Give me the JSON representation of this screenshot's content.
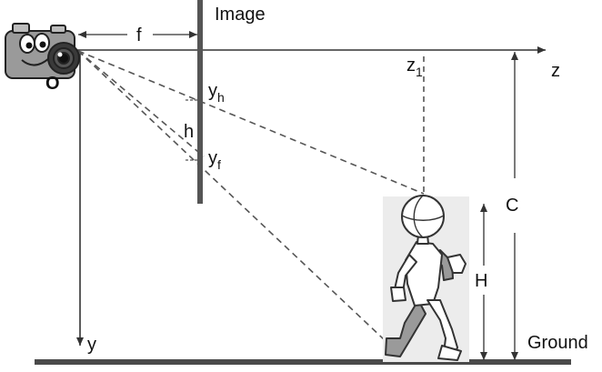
{
  "labels": {
    "image": "Image",
    "f": "f",
    "origin": "O",
    "z": "z",
    "z1_base": "z",
    "z1_sub": "1",
    "yh_base": "y",
    "yh_sub": "h",
    "yf_base": "y",
    "yf_sub": "f",
    "h": "h",
    "C": "C",
    "H": "H",
    "y": "y",
    "ground": "Ground"
  },
  "colors": {
    "axis": "#333333",
    "plane": "#555555",
    "ground": "#4a4a4a",
    "dashed": "#555555",
    "camera_body": "#9a9a9a",
    "person_box": "#ececec"
  },
  "icons": {
    "camera": "cartoon-camera-icon",
    "person": "walking-person-figure"
  }
}
